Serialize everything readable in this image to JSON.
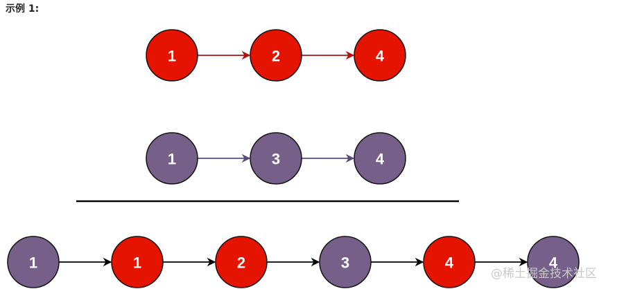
{
  "heading": "示例 1:",
  "colors": {
    "red_node": "#e51400",
    "purple_node": "#76608a",
    "red_arrow": "#b01010",
    "purple_arrow": "#5a4a7a",
    "merged_arrow": "#000000",
    "divider": "#000000"
  },
  "list1": {
    "node_color": "red",
    "values": [
      "1",
      "2",
      "4"
    ]
  },
  "list2": {
    "node_color": "purple",
    "values": [
      "1",
      "3",
      "4"
    ]
  },
  "merged": {
    "nodes": [
      {
        "value": "1",
        "color": "purple"
      },
      {
        "value": "1",
        "color": "red"
      },
      {
        "value": "2",
        "color": "red"
      },
      {
        "value": "3",
        "color": "purple"
      },
      {
        "value": "4",
        "color": "red"
      },
      {
        "value": "4",
        "color": "purple"
      }
    ]
  },
  "watermark": "@稀土掘金技术社区"
}
